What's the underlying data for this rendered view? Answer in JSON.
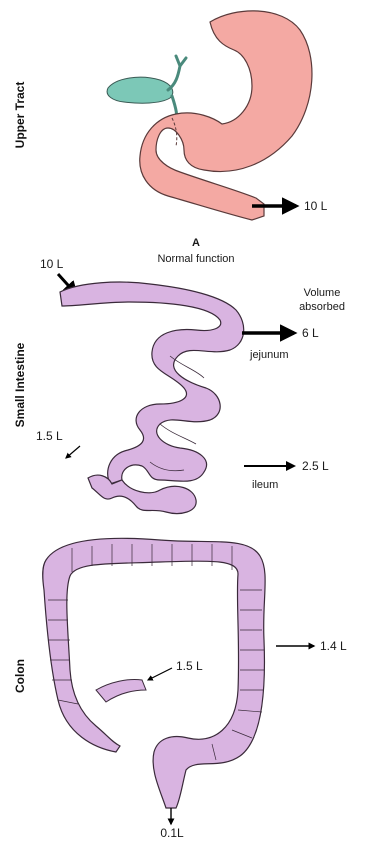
{
  "sections": {
    "upper": "Upper Tract",
    "small": "Small Intestine",
    "colon": "Colon"
  },
  "figure": {
    "panel_letter": "A",
    "caption": "Normal function"
  },
  "labels": {
    "stomach_out": "10 L",
    "small_in": "10 L",
    "volume_absorbed": "Volume absorbed",
    "volume_absorbed_line1": "Volume",
    "volume_absorbed_line2": "absorbed",
    "jejunum": "jejunum",
    "jejunum_absorbed": "6 L",
    "small_out": "1.5 L",
    "ileum": "ileum",
    "ileum_absorbed": "2.5 L",
    "colon_in": "1.5 L",
    "colon_absorbed": "1.4 L",
    "colon_out": "0.1L"
  },
  "colors": {
    "stomach": "#f4a9a3",
    "gallbladder": "#7cc8b7",
    "intestine": "#d9b4e1",
    "outline": "#3a2a3a"
  }
}
